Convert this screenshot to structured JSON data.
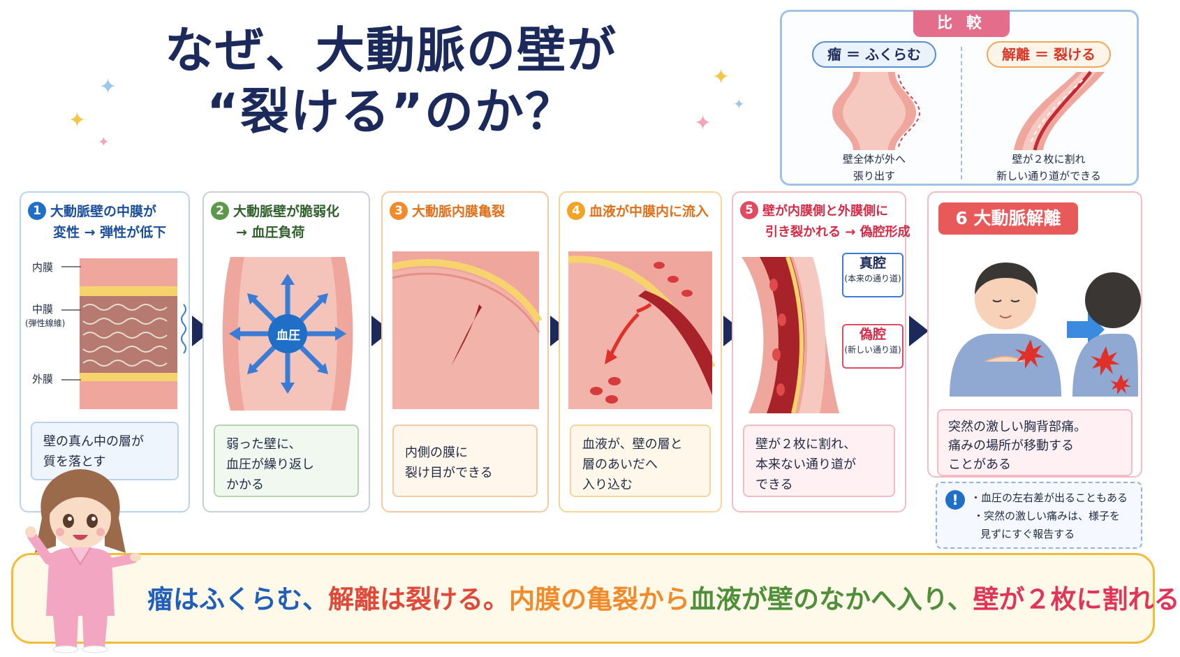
{
  "title": {
    "line1": "なぜ、大動脈の壁が",
    "line2": "“裂ける”のか？"
  },
  "compare": {
    "tag": "比 較",
    "left": {
      "pill": "瘤 ＝ ふくらむ",
      "caption1": "壁全体が外へ",
      "caption2": "張り出す"
    },
    "right": {
      "pill": "解離 ＝ 裂ける",
      "caption1": "壁が２枚に割れ",
      "caption2": "新しい通り道ができる"
    }
  },
  "steps": [
    {
      "num": "1",
      "title1": "大動脈壁の中膜が",
      "title2": "変性 → 弾性が低下",
      "labels": {
        "inner": "内膜",
        "middle": "中膜",
        "middle_sub": "(弾性線維)",
        "outer": "外膜"
      },
      "note": [
        "壁の真ん中の層が",
        "質を落とす"
      ]
    },
    {
      "num": "2",
      "title1": "大動脈壁が脆弱化",
      "title2": "→ 血圧負荷",
      "center_label": "血圧",
      "note": [
        "弱った壁に、",
        "血圧が繰り返し",
        "かかる"
      ]
    },
    {
      "num": "3",
      "title1": "大動脈内膜亀裂",
      "title2": "",
      "note": [
        "内側の膜に",
        "裂け目ができる"
      ]
    },
    {
      "num": "4",
      "title1": "血液が中膜内に流入",
      "title2": "",
      "note": [
        "血液が、壁の層と",
        "層のあいだへ",
        "入り込む"
      ]
    },
    {
      "num": "5",
      "title1": "壁が内膜側と外膜側に",
      "title2": "引き裂かれる → 偽腔形成",
      "callouts": {
        "true_lumen": "真腔",
        "true_lumen_sub": "(本来の通り道)",
        "false_lumen": "偽腔",
        "false_lumen_sub": "(新しい通り道)"
      },
      "note": [
        "壁が２枚に割れ、",
        "本来ない通り道が",
        "できる"
      ]
    },
    {
      "num": "6",
      "title1": "大動脈解離",
      "title2": "",
      "note": [
        "突然の激しい胸背部痛。",
        "痛みの場所が移動する",
        "ことがある"
      ]
    }
  ],
  "warning": {
    "icon": "!",
    "lines": [
      "・血圧の左右差が出ることもある",
      "・突然の激しい痛みは、様子を",
      "見ずにすぐ報告する"
    ]
  },
  "summary": {
    "parts": [
      {
        "text": "瘤はふくらむ、",
        "color": "#1f5fb8"
      },
      {
        "text": "解離は裂ける。",
        "color": "#e0493a"
      },
      {
        "text": "内膜の亀裂から",
        "color": "#f08a2a"
      },
      {
        "text": "血液が壁のなかへ入り、",
        "color": "#4f8f3a"
      },
      {
        "text": "壁が２枚に割れる",
        "color": "#e0355a"
      }
    ]
  },
  "colors": {
    "navy": "#1b2a5a",
    "blue": "#1f6fc9",
    "green": "#5a9a4a",
    "orange": "#f08a2a",
    "amber": "#f3a425",
    "red": "#e04a63",
    "tissue": "#e9a39a",
    "summary_border": "#f2bd35"
  },
  "icons": [
    "sparkle-icon",
    "flow-arrow-icon",
    "warning-icon",
    "pain-burst-icon",
    "pressure-arrow-icon"
  ]
}
